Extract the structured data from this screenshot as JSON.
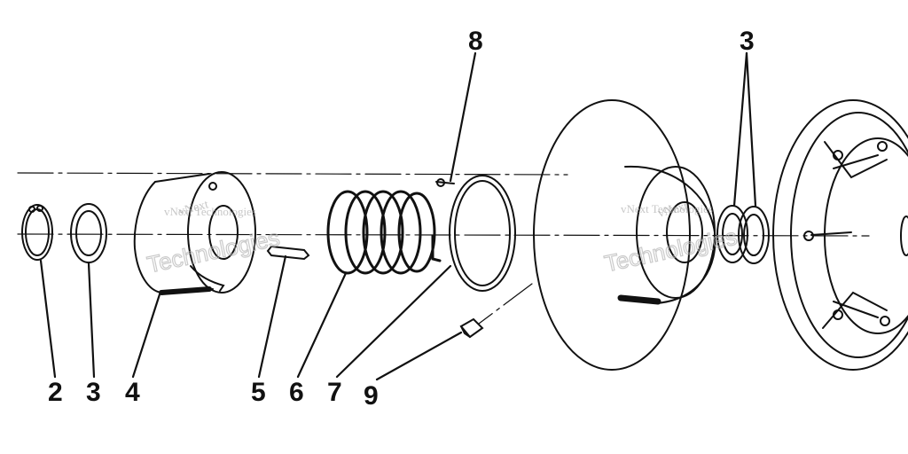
{
  "diagram": {
    "callouts": [
      "8",
      "3",
      "2",
      "3",
      "4",
      "5",
      "6",
      "7",
      "9"
    ],
    "watermark_lines": [
      "vNext",
      "Technologies",
      "vNext Technologies"
    ]
  }
}
